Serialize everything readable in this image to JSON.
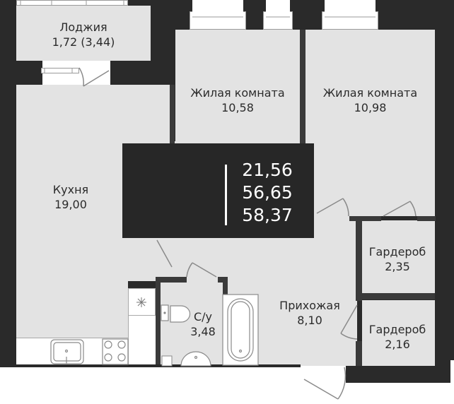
{
  "floorplan": {
    "summary": {
      "living_area": "21,56",
      "total_area": "56,65",
      "total_area_with_loggia": "58,37"
    },
    "rooms": [
      {
        "id": "loggia",
        "name": "Лоджия",
        "area": "1,72 (3,44)"
      },
      {
        "id": "living-room-1",
        "name": "Жилая комната",
        "area": "10,58"
      },
      {
        "id": "living-room-2",
        "name": "Жилая комната",
        "area": "10,98"
      },
      {
        "id": "kitchen",
        "name": "Кухня",
        "area": "19,00"
      },
      {
        "id": "wardrobe-1",
        "name": "Гардероб",
        "area": "2,35"
      },
      {
        "id": "bathroom",
        "name": "С/у",
        "area": "3,48"
      },
      {
        "id": "hallway",
        "name": "Прихожая",
        "area": "8,10"
      },
      {
        "id": "wardrobe-2",
        "name": "Гардероб",
        "area": "2,16"
      }
    ],
    "icons": {
      "fridge": "snowflake-icon",
      "stove": "stove-burners-icon",
      "sink": "kitchen-sink-icon",
      "toilet": "toilet-icon",
      "bathtub": "bathtub-icon",
      "washbasin": "washbasin-icon"
    },
    "colors": {
      "wall": "#2a2a2a",
      "room": "#e3e3e3",
      "summary_bg": "#272727",
      "text": "#2b2b2b"
    }
  }
}
